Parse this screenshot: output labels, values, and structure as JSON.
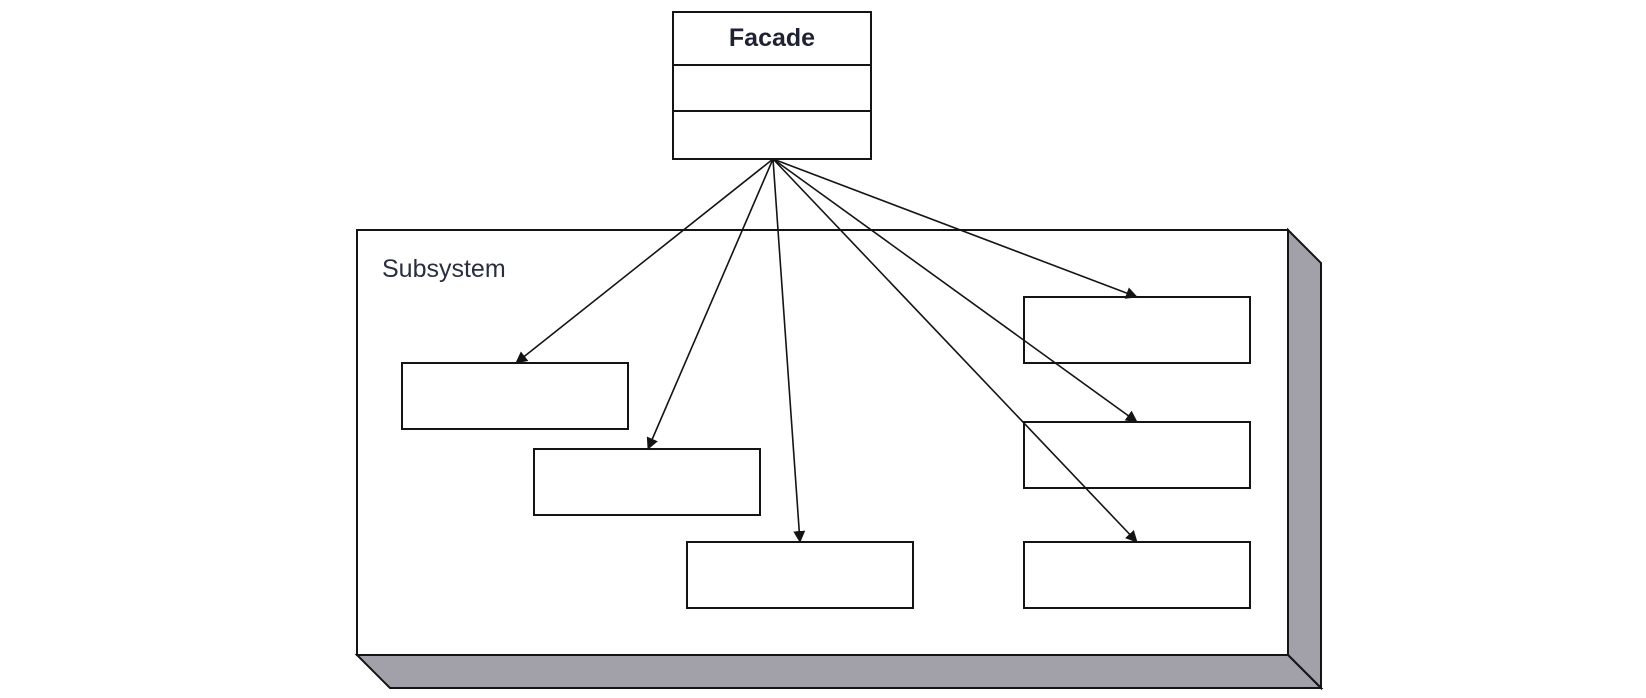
{
  "facade": {
    "title": "Facade"
  },
  "subsystem": {
    "label": "Subsystem",
    "shadow_color": "#a2a1aa",
    "border_color": "#141414"
  },
  "subsystem_classes": [
    {
      "id": "class-1",
      "name": ""
    },
    {
      "id": "class-2",
      "name": ""
    },
    {
      "id": "class-3",
      "name": ""
    },
    {
      "id": "class-4",
      "name": ""
    },
    {
      "id": "class-5",
      "name": ""
    },
    {
      "id": "class-6",
      "name": ""
    }
  ],
  "dependencies": [
    {
      "from": "facade",
      "to": "class-1"
    },
    {
      "from": "facade",
      "to": "class-2"
    },
    {
      "from": "facade",
      "to": "class-3"
    },
    {
      "from": "facade",
      "to": "class-4"
    },
    {
      "from": "facade",
      "to": "class-5"
    },
    {
      "from": "facade",
      "to": "class-6"
    }
  ]
}
